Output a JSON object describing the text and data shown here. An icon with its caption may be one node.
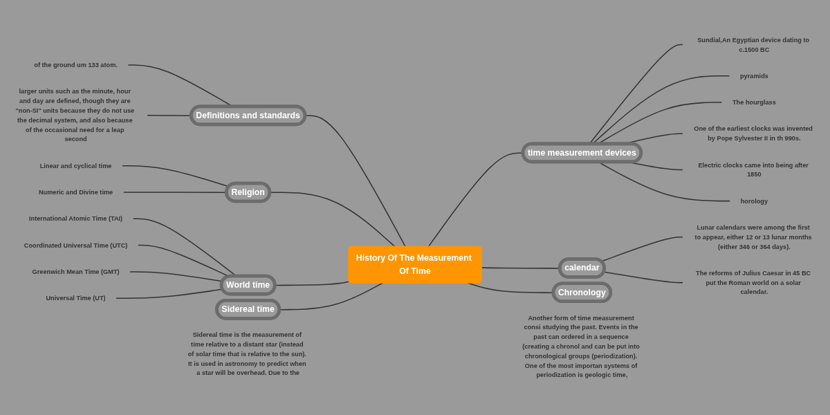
{
  "diagram": {
    "nodes": [
      {
        "text": [
          "History Of The Measurement Of Time"
        ]
      },
      {
        "text": [
          "Definitions and standards"
        ]
      },
      {
        "text": [
          "of the ground um 133 atom."
        ]
      },
      {
        "text": [
          "larger units such as the minute, hour and day are defined, though they are \"non-SI\" units because they do not use the decimal system, and also because of the occasional need for a leap second"
        ]
      },
      {
        "text": [
          "Religion"
        ]
      },
      {
        "text": [
          "Linear and cyclical time"
        ]
      },
      {
        "text": [
          "Numeric and Divine time"
        ]
      },
      {
        "text": [
          "World time"
        ]
      },
      {
        "text": [
          "International Atomic Time (TAI)"
        ]
      },
      {
        "text": [
          "Coordinated Universal Time (UTC)"
        ]
      },
      {
        "text": [
          "Greenwich Mean Time (GMT)"
        ]
      },
      {
        "text": [
          "Universal Time (UT)"
        ]
      },
      {
        "text": [
          "Sidereal time"
        ],
        "beside": [
          "Sidereal time is the measurement of time relative to a distant star (instead of solar time that is relative to the sun). It is used in astronomy to predict when a star will be overhead. Due to the"
        ]
      },
      {
        "text": [
          "time measurement devices"
        ]
      },
      {
        "text": [
          "Sundial,An Egyptian device dating to c.1500 BC"
        ]
      },
      {
        "text": [
          "pyramids"
        ]
      },
      {
        "text": [
          "The hourglass"
        ]
      },
      {
        "text": [
          "One of the earliest clocks was invented by Pope Sylvester II in th 990s."
        ]
      },
      {
        "text": [
          "Electric clocks came into being after 1850"
        ]
      },
      {
        "text": [
          "horology"
        ]
      },
      {
        "text": [
          "calendar"
        ]
      },
      {
        "text": [
          "Lunar calendars were among the first to appear, either 12 or 13 lunar months (either 346 or 364 days)."
        ]
      },
      {
        "text": [
          "The reforms of Julius Caesar in 45 BC put the Roman world on a solar calendar."
        ]
      },
      {
        "text": [
          "Chronology"
        ],
        "beside": [
          "Another form of time measurement consi studying the past. Events in the past can ordered in a sequence (creating a chronol and can be put into chronological groups (periodization). One of the most importan systems of periodization is geologic time,"
        ]
      }
    ],
    "edges": [
      {
        "from": 0,
        "to": 1,
        "arrow": "none"
      },
      {
        "from": 1,
        "to": 2,
        "arrow": "none"
      },
      {
        "from": 1,
        "to": 3,
        "arrow": "none"
      },
      {
        "from": 0,
        "to": 4,
        "arrow": "none"
      },
      {
        "from": 4,
        "to": 5,
        "arrow": "none"
      },
      {
        "from": 4,
        "to": 6,
        "arrow": "none"
      },
      {
        "from": 0,
        "to": 7,
        "arrow": "none"
      },
      {
        "from": 7,
        "to": 8,
        "arrow": "none"
      },
      {
        "from": 7,
        "to": 9,
        "arrow": "none"
      },
      {
        "from": 7,
        "to": 10,
        "arrow": "none"
      },
      {
        "from": 7,
        "to": 11,
        "arrow": "none"
      },
      {
        "from": 0,
        "to": 12,
        "arrow": "none"
      },
      {
        "from": 0,
        "to": 13,
        "arrow": "none"
      },
      {
        "from": 13,
        "to": 14,
        "arrow": "none"
      },
      {
        "from": 13,
        "to": 15,
        "arrow": "none"
      },
      {
        "from": 13,
        "to": 16,
        "arrow": "none"
      },
      {
        "from": 13,
        "to": 17,
        "arrow": "none"
      },
      {
        "from": 13,
        "to": 18,
        "arrow": "none"
      },
      {
        "from": 13,
        "to": 19,
        "arrow": "none"
      },
      {
        "from": 0,
        "to": 20,
        "arrow": "none"
      },
      {
        "from": 20,
        "to": 21,
        "arrow": "none"
      },
      {
        "from": 20,
        "to": 22,
        "arrow": "none"
      },
      {
        "from": 0,
        "to": 23,
        "arrow": "none"
      }
    ]
  }
}
